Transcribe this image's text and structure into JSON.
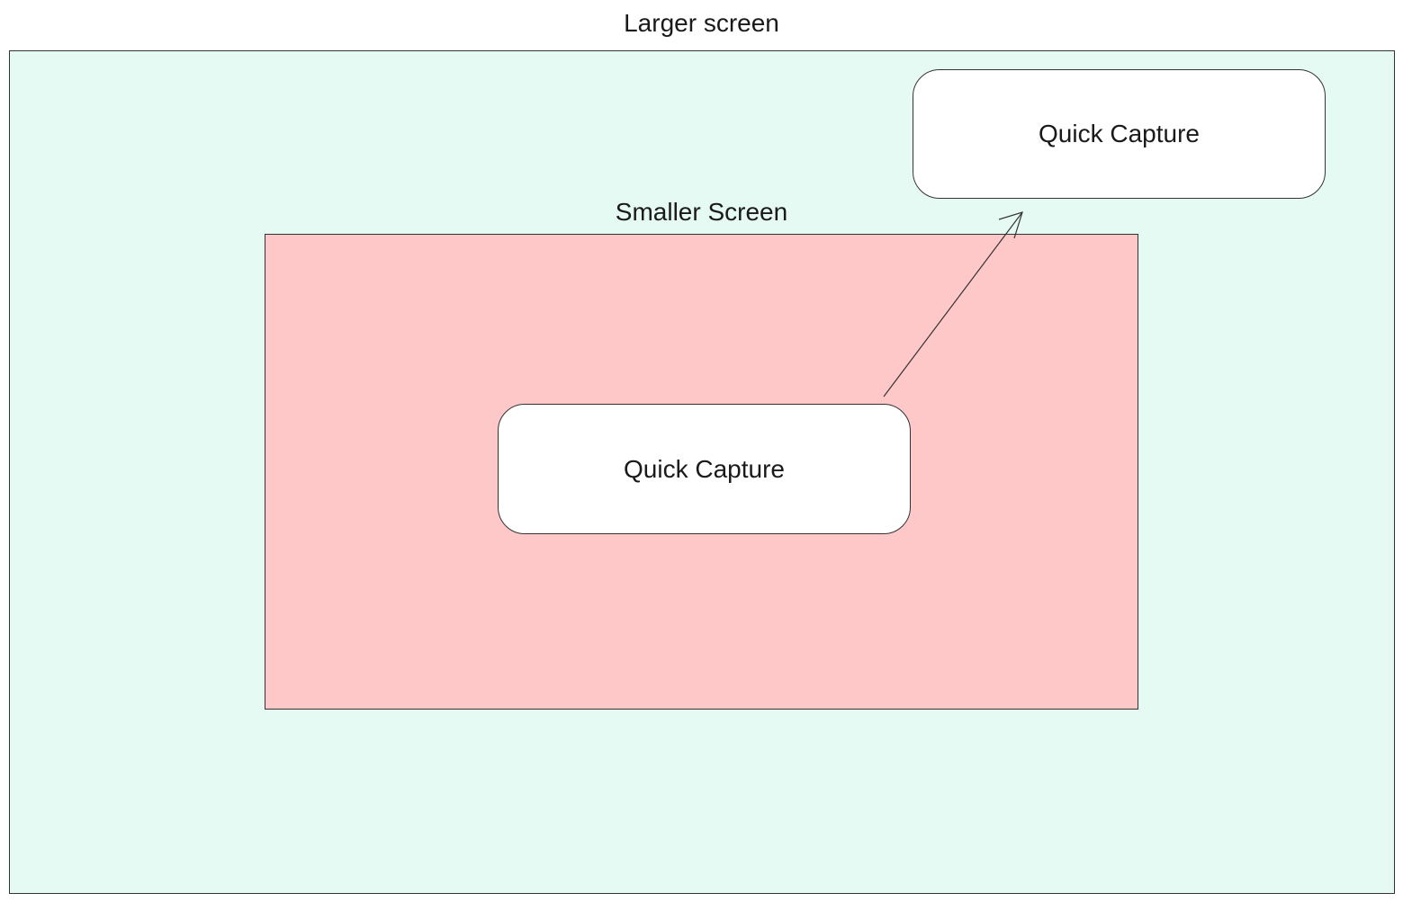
{
  "larger_screen": {
    "title": "Larger screen",
    "fill": "#e5faf3"
  },
  "smaller_screen": {
    "title": "Smaller Screen",
    "fill": "#ffc8c8"
  },
  "capture_boxes": [
    {
      "label": "Quick Capture"
    },
    {
      "label": "Quick Capture"
    }
  ],
  "connector": {
    "from": "capture_boxes.1",
    "to": "capture_boxes.0",
    "style": "arrow",
    "color": "#333333"
  }
}
